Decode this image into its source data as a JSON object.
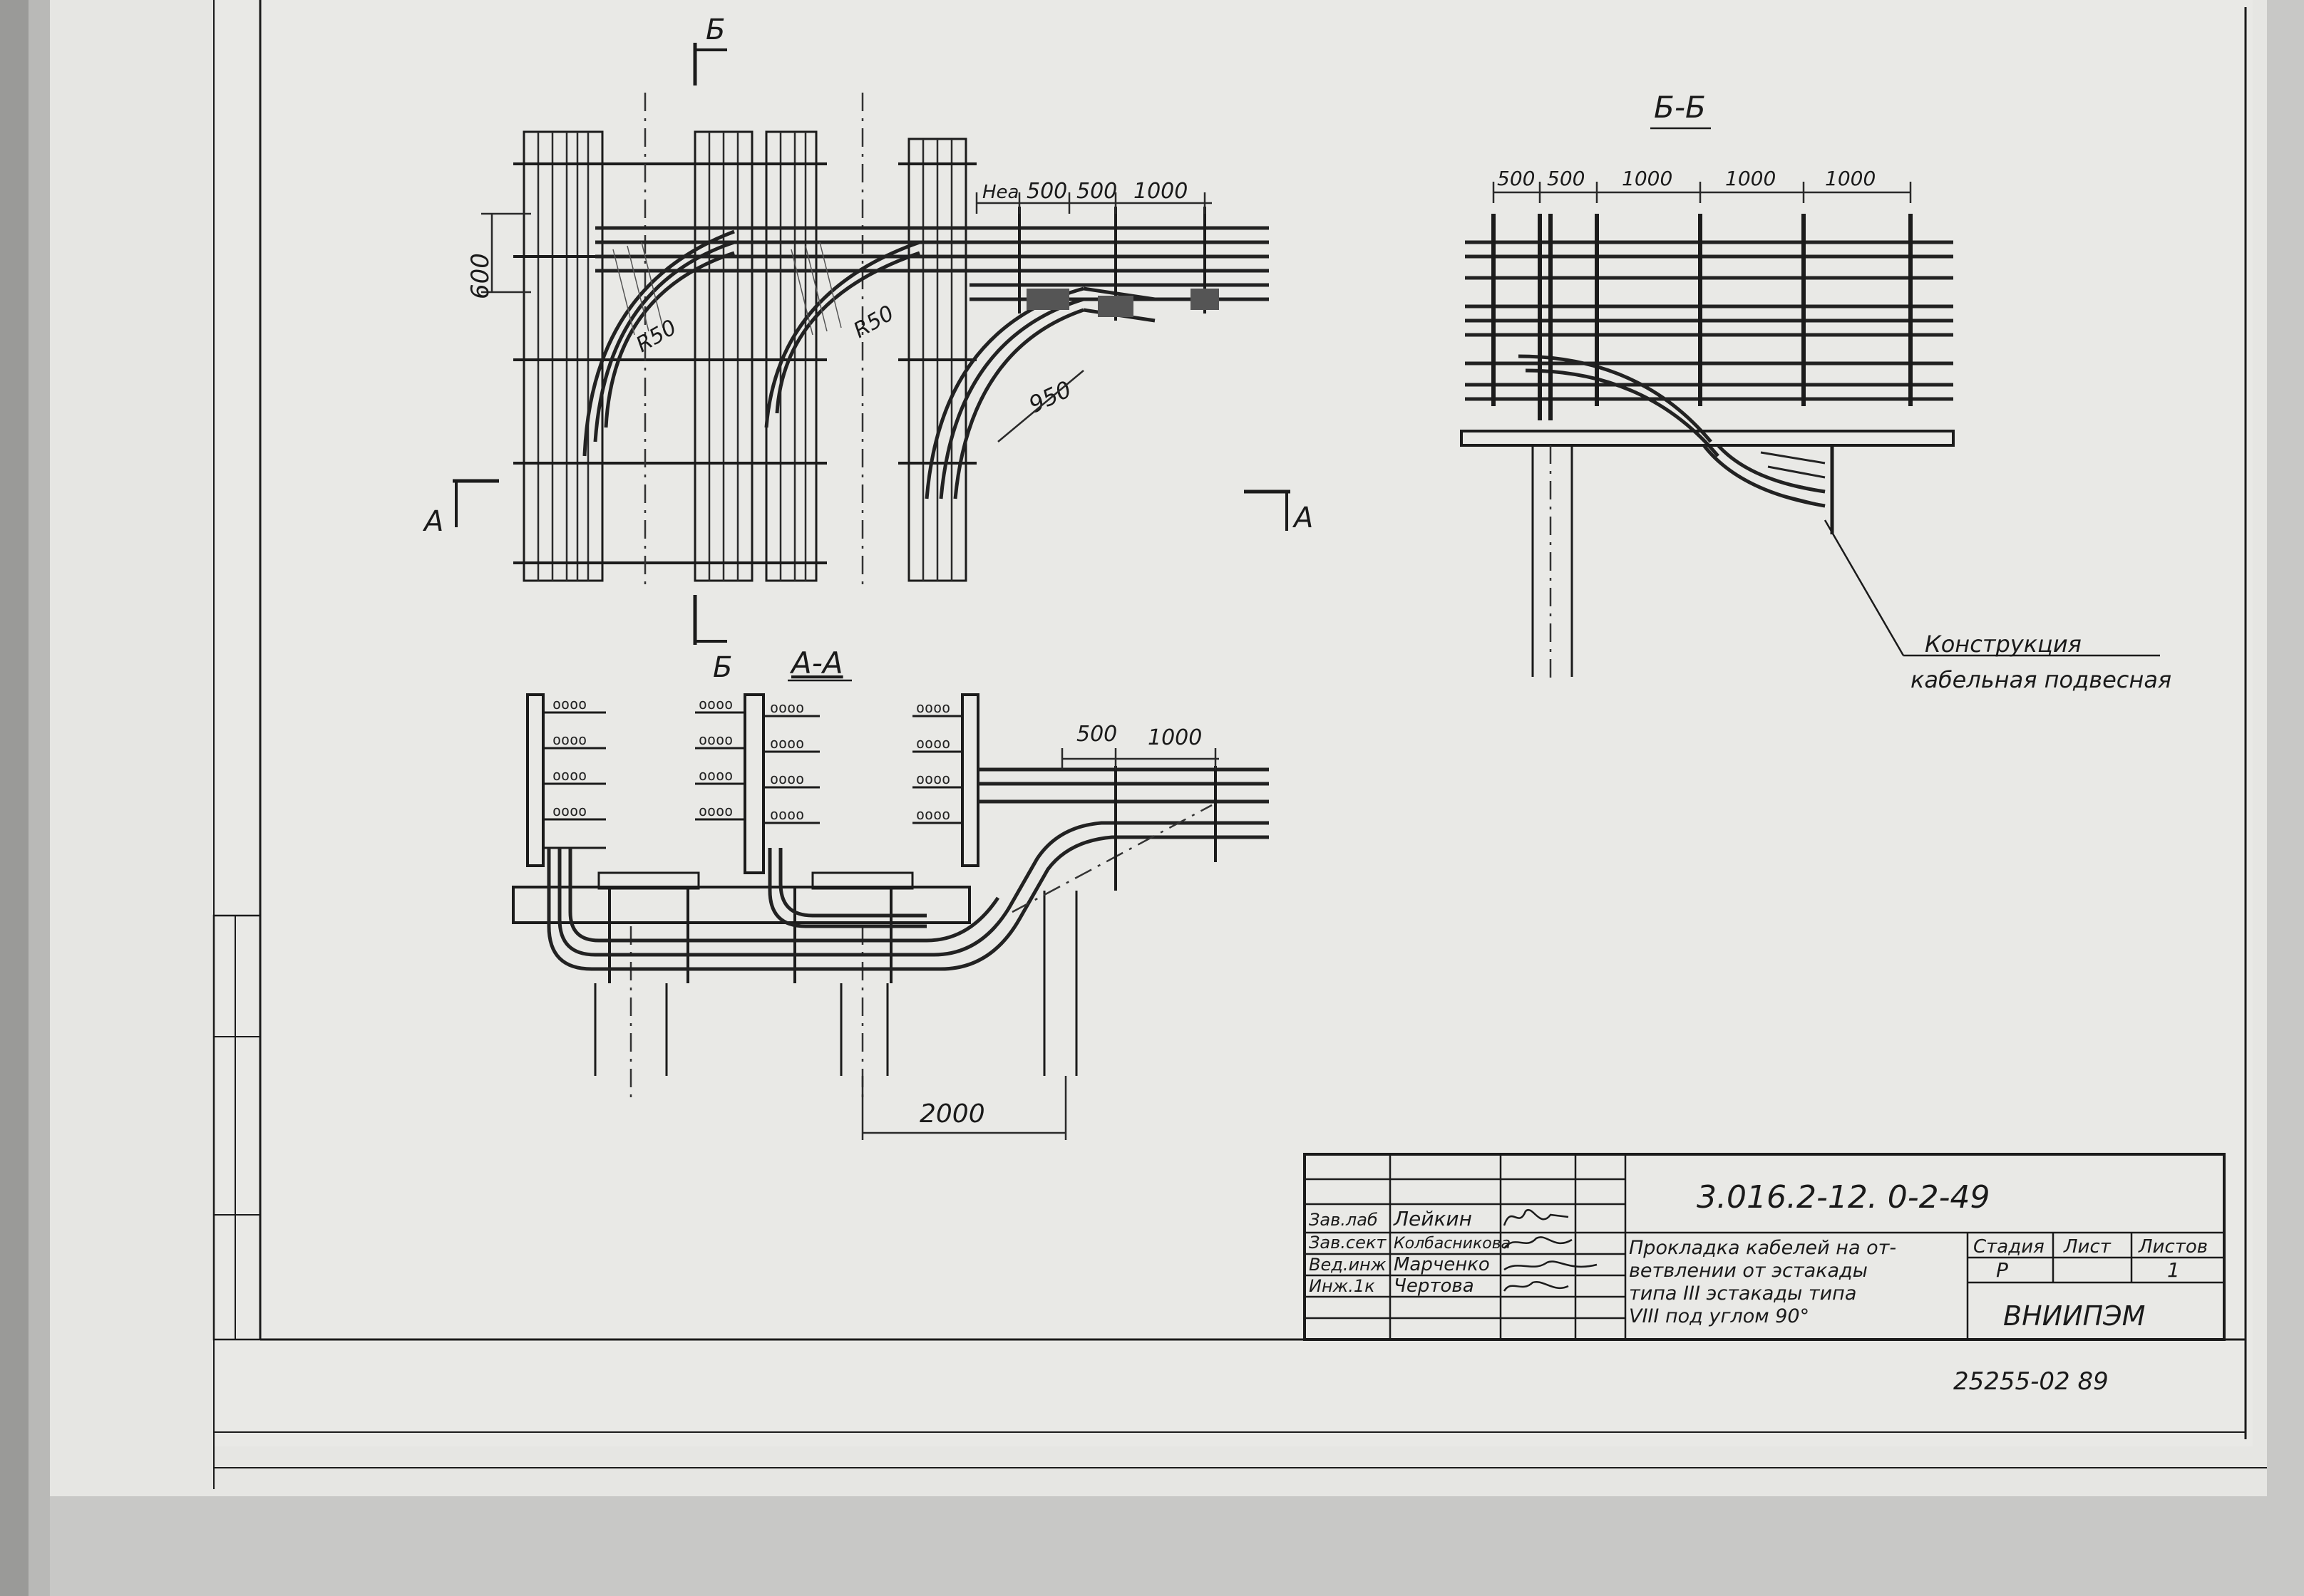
{
  "section_marks": {
    "b": "Б",
    "a": "А",
    "view_aa": "А-А",
    "view_bb": "Б-Б"
  },
  "plan_dims": {
    "d600": "600",
    "r950a": "R50",
    "r950b": "R50",
    "r950c": "950",
    "top_row": [
      "500",
      "500",
      "1000"
    ],
    "top_prefix": "Неа"
  },
  "view_aa_dims": {
    "d500": "500",
    "d1000": "1000",
    "d2000": "2000"
  },
  "view_bb_dims": [
    "500",
    "500",
    "1000",
    "1000",
    "1000"
  ],
  "callout": {
    "line1": "Конструкция",
    "line2": "кабельная подвесная"
  },
  "title_block": {
    "doc_code": "3.016.2-12. 0-2-49",
    "description": [
      "Прокладка кабелей на от-",
      "ветвлении от эстакады",
      "типа III эстакады типа",
      "VIII под углом 90°"
    ],
    "roles": [
      "Зав.лаб",
      "Зав.сект",
      "Вед.инж",
      "Инж.1к"
    ],
    "names": [
      "Лейкин",
      "Колбасникова",
      "Марченко",
      "Чертова"
    ],
    "signatures": [
      "ЛЦ",
      "Колб",
      "Мар",
      "Чер"
    ],
    "stage_header": "Стадия",
    "sheet_header": "Лист",
    "sheets_header": "Листов",
    "stage_value": "Р",
    "sheets_value": "1",
    "org": "ВНИИПЭМ"
  },
  "archive_number": "25255-02 89"
}
